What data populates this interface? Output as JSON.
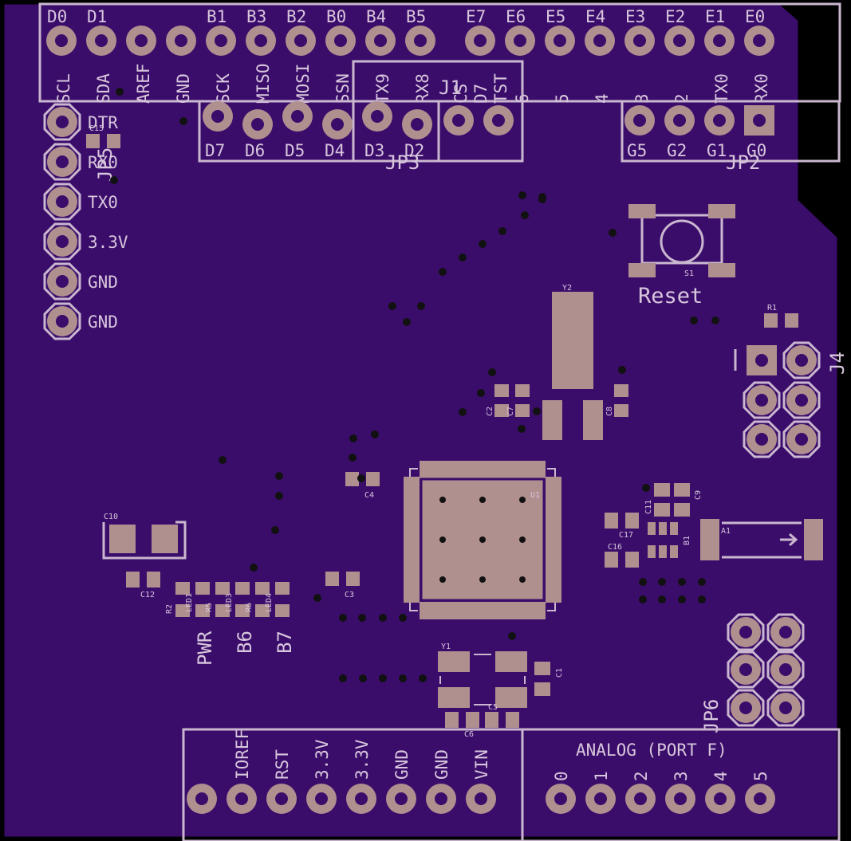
{
  "colors": {
    "board": "#3a0d6b",
    "edge": "#000000",
    "silkscreen": "#cab7cf",
    "copper": "#b08f8f",
    "drill": "#3a0d6b",
    "via": "#111111"
  },
  "top_header": {
    "pins": [
      {
        "top": "D0",
        "bottom": "SCL"
      },
      {
        "top": "D1",
        "bottom": "SDA"
      },
      {
        "top": "",
        "bottom": "AREF"
      },
      {
        "top": "",
        "bottom": "GND"
      },
      {
        "top": "B1",
        "bottom": "SCK"
      },
      {
        "top": "B3",
        "bottom": "MISO"
      },
      {
        "top": "B2",
        "bottom": "MOSI"
      },
      {
        "top": "B0",
        "bottom": "SSN"
      },
      {
        "top": "B4",
        "bottom": "TX9"
      },
      {
        "top": "B5",
        "bottom": "RX8"
      },
      {
        "top": "E7",
        "bottom": ""
      },
      {
        "top": "E6",
        "bottom": "6"
      },
      {
        "top": "E5",
        "bottom": "5"
      },
      {
        "top": "E4",
        "bottom": "4"
      },
      {
        "top": "E3",
        "bottom": "3"
      },
      {
        "top": "E2",
        "bottom": "2"
      },
      {
        "top": "E1",
        "bottom": "TX0"
      },
      {
        "top": "E0",
        "bottom": "RX0"
      }
    ]
  },
  "jp3": {
    "name": "JP3",
    "inner_labels": [
      "CS",
      "D7",
      "TST"
    ],
    "pins": [
      "D7",
      "D6",
      "D5",
      "D4",
      "D3",
      "D2"
    ],
    "j_label": "J1"
  },
  "jp2": {
    "name": "JP2",
    "pins": [
      "G5",
      "G2",
      "G1",
      "G0"
    ]
  },
  "left_header": {
    "name": "JP5",
    "pins": [
      "DTR",
      "RX0",
      "TX0",
      "3.3V",
      "GND",
      "GND"
    ]
  },
  "reset": {
    "label": "Reset",
    "ref": "S1"
  },
  "j4": {
    "ref": "J4"
  },
  "jp6": {
    "ref": "JP6"
  },
  "power_header": {
    "pins": [
      "IOREF",
      "RST",
      "3.3V",
      "3.3V",
      "GND",
      "GND",
      "VIN"
    ]
  },
  "analog_header": {
    "title": "ANALOG (PORT F)",
    "pins": [
      "0",
      "1",
      "2",
      "3",
      "4",
      "5"
    ]
  },
  "leds": {
    "labels": [
      "PWR",
      "B6",
      "B7"
    ]
  },
  "refs": {
    "u1": "U1",
    "y1": "Y1",
    "y2": "Y2",
    "r1": "R1",
    "r2": "R2",
    "c1": "C1",
    "c2": "C2",
    "c3": "C3",
    "c4": "C4",
    "c5": "C5",
    "c6": "C6",
    "c7": "C7",
    "c8": "C8",
    "c9": "C9",
    "c10": "C10",
    "c11": "C11",
    "c12": "C12",
    "c15": "C15",
    "c16": "C16",
    "c17": "C17",
    "a1": "A1",
    "b1": "B1",
    "led_small": [
      "LED1",
      "R5",
      "LED3",
      "R6",
      "LED4"
    ]
  }
}
